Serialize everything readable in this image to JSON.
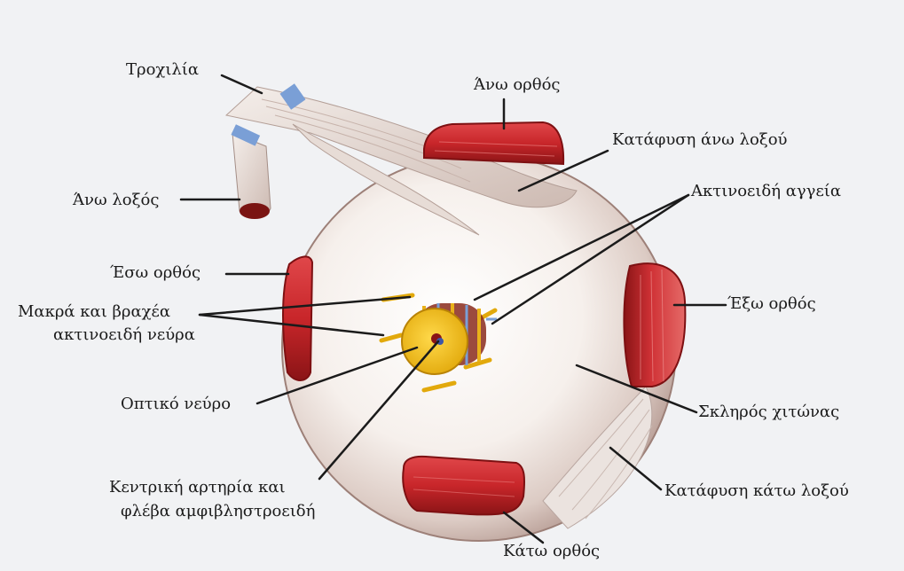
{
  "diagram": {
    "labels": {
      "trochlea": "Τροχιλία",
      "superior_rectus": "Άνω ορθός",
      "superior_oblique_insertion": "Κατάφυση άνω λοξού",
      "superior_oblique": "Άνω λοξός",
      "ciliary_vessels": "Ακτινοειδή αγγεία",
      "medial_rectus": "Έσω ορθός",
      "lateral_rectus": "Έξω ορθός",
      "ciliary_nerves_line1": "Μακρά και βραχέα",
      "ciliary_nerves_line2": "ακτινοειδή νεύρα",
      "optic_nerve": "Οπτικό νεύρο",
      "sclera": "Σκληρός χιτώνας",
      "central_artery_line1": "Κεντρική αρτηρία και",
      "central_artery_line2": "φλέβα αμφιβληστροειδή",
      "inferior_oblique_insertion": "Κατάφυση κάτω λοξού",
      "inferior_rectus": "Κάτω ορθός"
    },
    "colors": {
      "background": "#f1f2f4",
      "muscle": "#c8262a",
      "muscle_dark": "#8a1416",
      "optic_nerve": "#f1c21a",
      "tendon": "#e9dfd8",
      "sheath": "#7a9fd6",
      "leader_line": "#1b1b1b"
    }
  }
}
